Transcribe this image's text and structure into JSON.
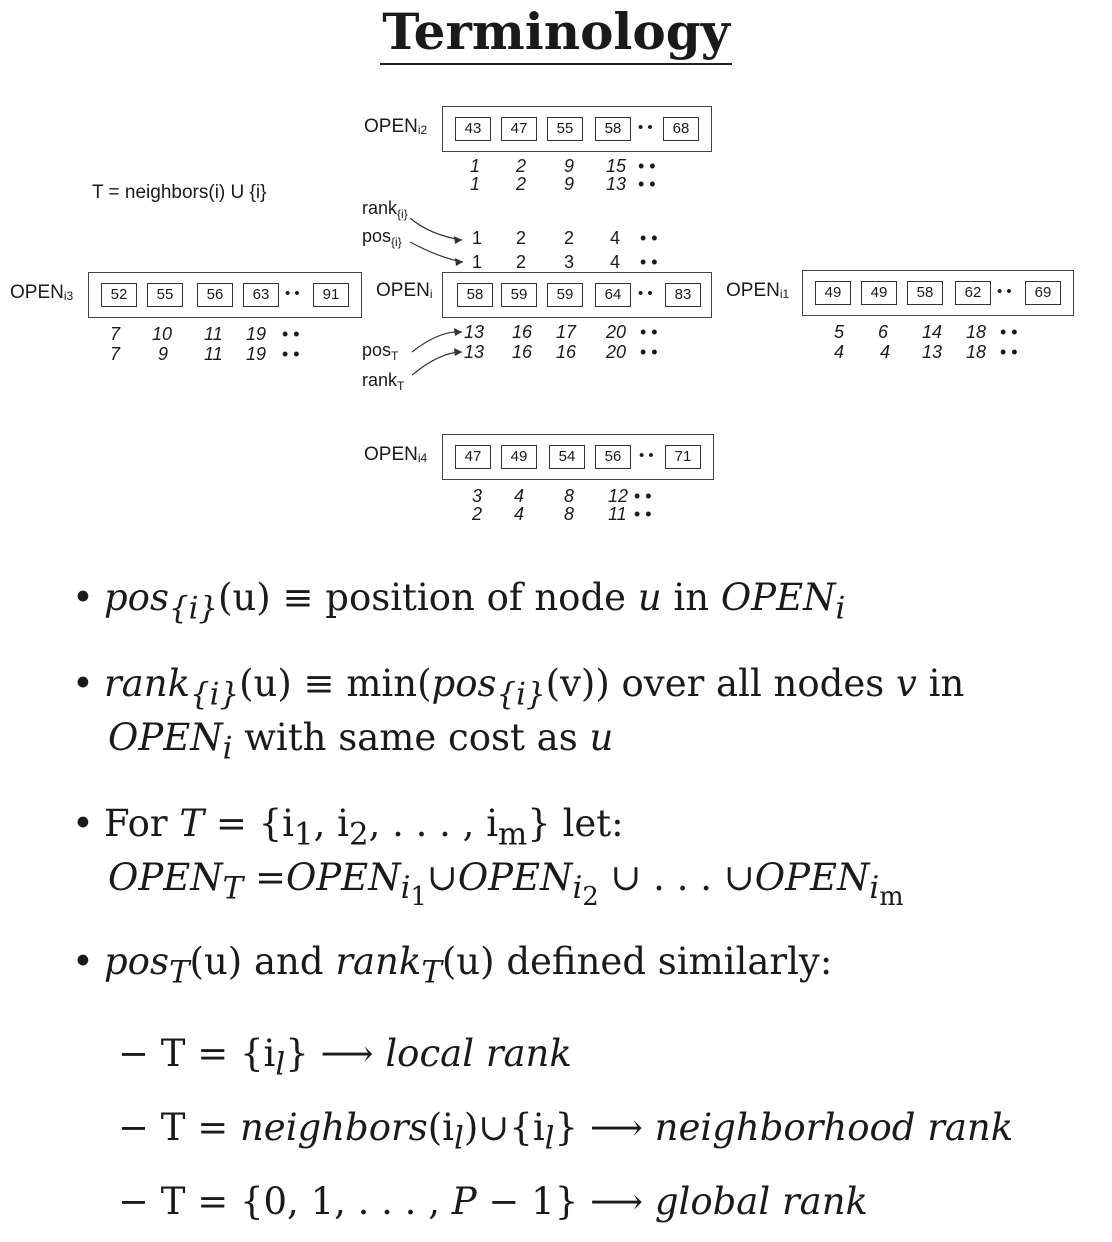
{
  "title": "Terminology",
  "diagram": {
    "t_def": "T = neighbors(i) U {i}",
    "open_label": "OPEN",
    "queues": [
      {
        "key": "i2",
        "sub": "i2",
        "values": [
          "43",
          "47",
          "55",
          "58",
          "68"
        ],
        "row1": [
          "1",
          "2",
          "9",
          "15"
        ],
        "row2": [
          "1",
          "2",
          "9",
          "13"
        ]
      },
      {
        "key": "i3",
        "sub": "i3",
        "values": [
          "52",
          "55",
          "56",
          "63",
          "91"
        ],
        "row1": [
          "7",
          "10",
          "11",
          "19"
        ],
        "row2": [
          "7",
          "9",
          "11",
          "19"
        ]
      },
      {
        "key": "i",
        "sub": "i",
        "values": [
          "58",
          "59",
          "59",
          "64",
          "83"
        ],
        "row1": [
          "13",
          "16",
          "17",
          "20"
        ],
        "row2": [
          "13",
          "16",
          "16",
          "20"
        ]
      },
      {
        "key": "i1",
        "sub": "i1",
        "values": [
          "49",
          "49",
          "58",
          "62",
          "69"
        ],
        "row1": [
          "5",
          "6",
          "14",
          "18"
        ],
        "row2": [
          "4",
          "4",
          "13",
          "18"
        ]
      },
      {
        "key": "i4",
        "sub": "i4",
        "values": [
          "47",
          "49",
          "54",
          "56",
          "71"
        ],
        "row1": [
          "3",
          "4",
          "8",
          "12"
        ],
        "row2": [
          "2",
          "4",
          "8",
          "11"
        ]
      }
    ],
    "rank_i_label": "rank",
    "rank_i_sub": "{i}",
    "pos_i_label": "pos",
    "pos_i_sub": "{i}",
    "rank_i_values": [
      "1",
      "2",
      "2",
      "4"
    ],
    "pos_i_values": [
      "1",
      "2",
      "3",
      "4"
    ],
    "pos_t_label": "pos",
    "pos_t_sub": "T",
    "rank_t_label": "rank",
    "rank_t_sub": "T",
    "ellipsis": "• •"
  },
  "bullets": {
    "b1": {
      "pre": "pos",
      "sub": "{i}",
      "mid": "(u) ≡ position of node ",
      "u": "u",
      "in": " in ",
      "open": "OPEN",
      "open_sub": "i"
    },
    "b2": {
      "line1_pre": "rank",
      "line1_sub": "{i}",
      "line1_a": "(u)  ≡  min(",
      "line1_pos": "pos",
      "line1_pos_sub": "{i}",
      "line1_b": "(v))  over  all  nodes  ",
      "line1_v": "v",
      "line1_c": "  in",
      "line2_open": "OPEN",
      "line2_sub": "i",
      "line2_rest": " with same cost as ",
      "line2_u": "u"
    },
    "b3": {
      "line1_a": "For ",
      "line1_t": "T",
      "line1_b": " = {i",
      "line1_c": ", i",
      "line1_d": ", . . . , i",
      "line1_e": "} let:",
      "s1": "1",
      "s2": "2",
      "sm": "m",
      "line2": "OPEN",
      "line2_t": "T",
      "line2_eq": " =",
      "line2_u": "∪",
      "line2_dots": " ∪ . . . ∪",
      "i": "i",
      "l2s1": "1",
      "l2s2": "2",
      "l2sm": "m"
    },
    "b4": {
      "a": "pos",
      "a_sub": "T",
      "b": "(u) and ",
      "c": "rank",
      "c_sub": "T",
      "d": "(u) defined similarly:"
    },
    "d1": {
      "a": "− T = {i",
      "sub": "l",
      "b": "} ⟶ ",
      "c": "local rank"
    },
    "d2": {
      "a": "− T = ",
      "n": "neighbors",
      "b": "(i",
      "sub": "l",
      "c": ")∪{i",
      "sub2": "l",
      "d": "} ⟶ ",
      "e": "neighborhood rank"
    },
    "d3": {
      "a": "− T = {0, 1, . . . , ",
      "p": "P",
      "b": " − 1} ⟶ ",
      "c": "global rank"
    }
  }
}
